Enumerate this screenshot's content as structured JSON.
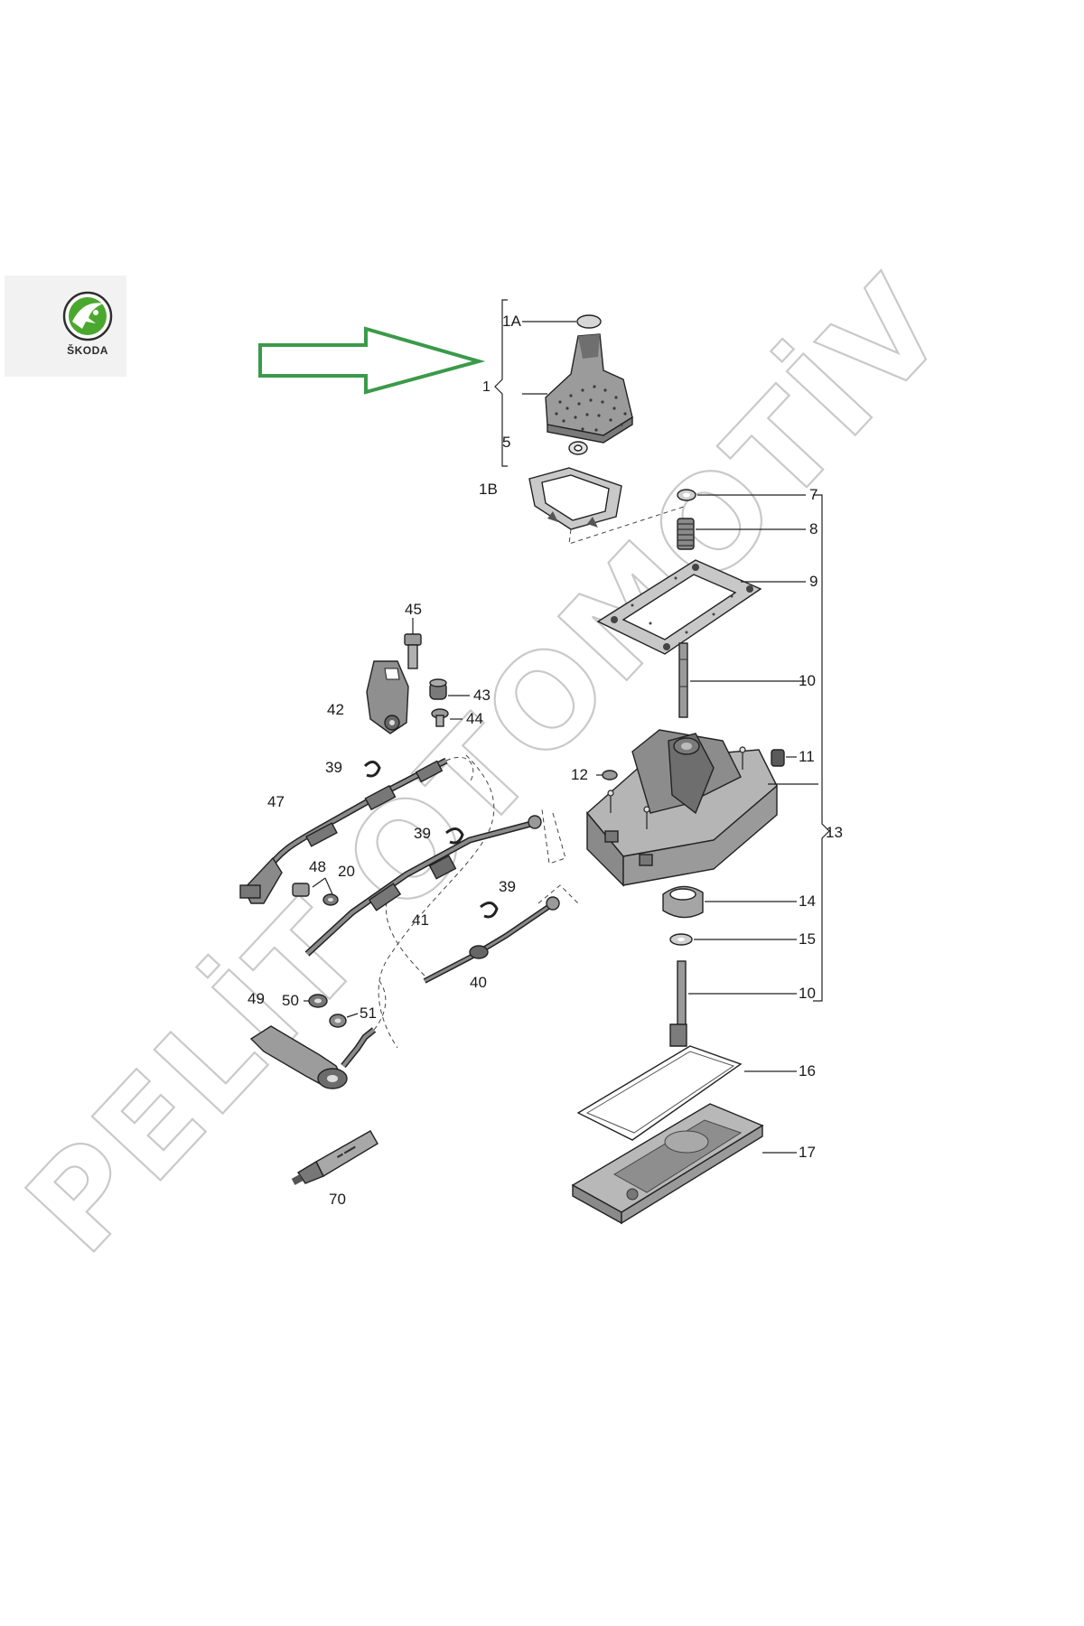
{
  "brand": {
    "logo_text": "ŠKODA",
    "logo_color": "#4BA82E"
  },
  "watermark": {
    "text": "PELİT OTOMOTİV"
  },
  "highlight_arrow": {
    "color": "#3a9a4a",
    "target": "1"
  },
  "callouts": [
    {
      "id": "1A",
      "text": "1A"
    },
    {
      "id": "1",
      "text": "1"
    },
    {
      "id": "5",
      "text": "5"
    },
    {
      "id": "1B",
      "text": "1B"
    },
    {
      "id": "7",
      "text": "7"
    },
    {
      "id": "8",
      "text": "8"
    },
    {
      "id": "9",
      "text": "9"
    },
    {
      "id": "10a",
      "text": "10"
    },
    {
      "id": "11",
      "text": "11"
    },
    {
      "id": "12",
      "text": "12"
    },
    {
      "id": "13",
      "text": "13"
    },
    {
      "id": "14",
      "text": "14"
    },
    {
      "id": "15",
      "text": "15"
    },
    {
      "id": "10b",
      "text": "10"
    },
    {
      "id": "16",
      "text": "16"
    },
    {
      "id": "17",
      "text": "17"
    },
    {
      "id": "45",
      "text": "45"
    },
    {
      "id": "42",
      "text": "42"
    },
    {
      "id": "43",
      "text": "43"
    },
    {
      "id": "44",
      "text": "44"
    },
    {
      "id": "39a",
      "text": "39"
    },
    {
      "id": "47",
      "text": "47"
    },
    {
      "id": "39b",
      "text": "39"
    },
    {
      "id": "48",
      "text": "48"
    },
    {
      "id": "20",
      "text": "20"
    },
    {
      "id": "41",
      "text": "41"
    },
    {
      "id": "39c",
      "text": "39"
    },
    {
      "id": "40",
      "text": "40"
    },
    {
      "id": "49",
      "text": "49"
    },
    {
      "id": "50",
      "text": "50"
    },
    {
      "id": "51",
      "text": "51"
    },
    {
      "id": "70",
      "text": "70"
    }
  ]
}
